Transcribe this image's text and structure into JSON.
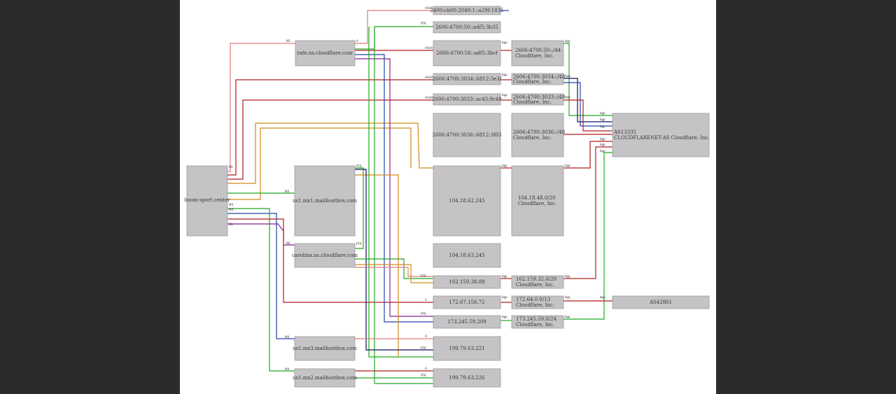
{
  "nodes": {
    "boom_sport": "boom-sport.center",
    "rafe": "rafe.ns.cloudflare.com",
    "carolina": "carolina.ns.cloudflare.com",
    "mx1": "us1.mx1.mailhostbox.com",
    "mx3": "us1.mx3.mailhostbox.com",
    "mx2": "us1.mx2.mailhostbox.com",
    "ip6_a": "2400:cb00:2049:1::a29f:1835",
    "ip6_b": "2606:4700:50::adf5:3b35",
    "ip6_c": "2606:4700:58::adf5:3bcf",
    "ip6_d": "2606:4700:3034::6812:3e3f",
    "ip6_e": "2606:4700:3033::ac43:9c48",
    "ip6_f": "2606:4700:3036::6812:3f03",
    "ip4_a": "104.18.62.245",
    "ip4_b": "104.18.63.245",
    "ip4_c": "162.159.38.88",
    "ip4_d": "172.67.156.72",
    "ip4_e": "173.245.59.209",
    "ip4_f": "199.79.63.221",
    "ip4_g": "199.79.63.226",
    "pfx1_a": "2606:4700:50::/44",
    "pfx1_b": "Cloudflare, Inc.",
    "pfx2_a": "2606:4700:3034::/48",
    "pfx2_b": "Cloudflare, Inc.",
    "pfx3_a": "2606:4700:3033::/48",
    "pfx3_b": "Cloudflare, Inc.",
    "pfx4_a": "2606:4700:3036::/48",
    "pfx4_b": "Cloudflare, Inc.",
    "pfx5_a": "104.18.48.0/20",
    "pfx5_b": "Cloudflare, Inc.",
    "pfx6_a": "162.159.32.0/20",
    "pfx6_b": "Cloudflare, Inc.",
    "pfx7_a": "172.64.0.0/13",
    "pfx7_b": "Cloudflare, Inc.",
    "pfx8_a": "173.245.59.0/24",
    "pfx8_b": "Cloudflare, Inc.",
    "as13335_a": "AS13335",
    "as13335_b": "CLOUDFLARENET-AS Cloudflare, Inc.",
    "as42861": "AS42861"
  },
  "edge_labels": {
    "ns": "NS",
    "mx": "MX",
    "a": "A",
    "aaaa": "AAAA",
    "ptr": "PTR",
    "bgp": "bgp"
  },
  "colors": {
    "red": "#b01c1c",
    "pink": "#e07a7a",
    "green": "#22a822",
    "blue": "#2244aa",
    "purple": "#8a1f9a",
    "orange": "#d08a1a",
    "navy": "#101060"
  }
}
